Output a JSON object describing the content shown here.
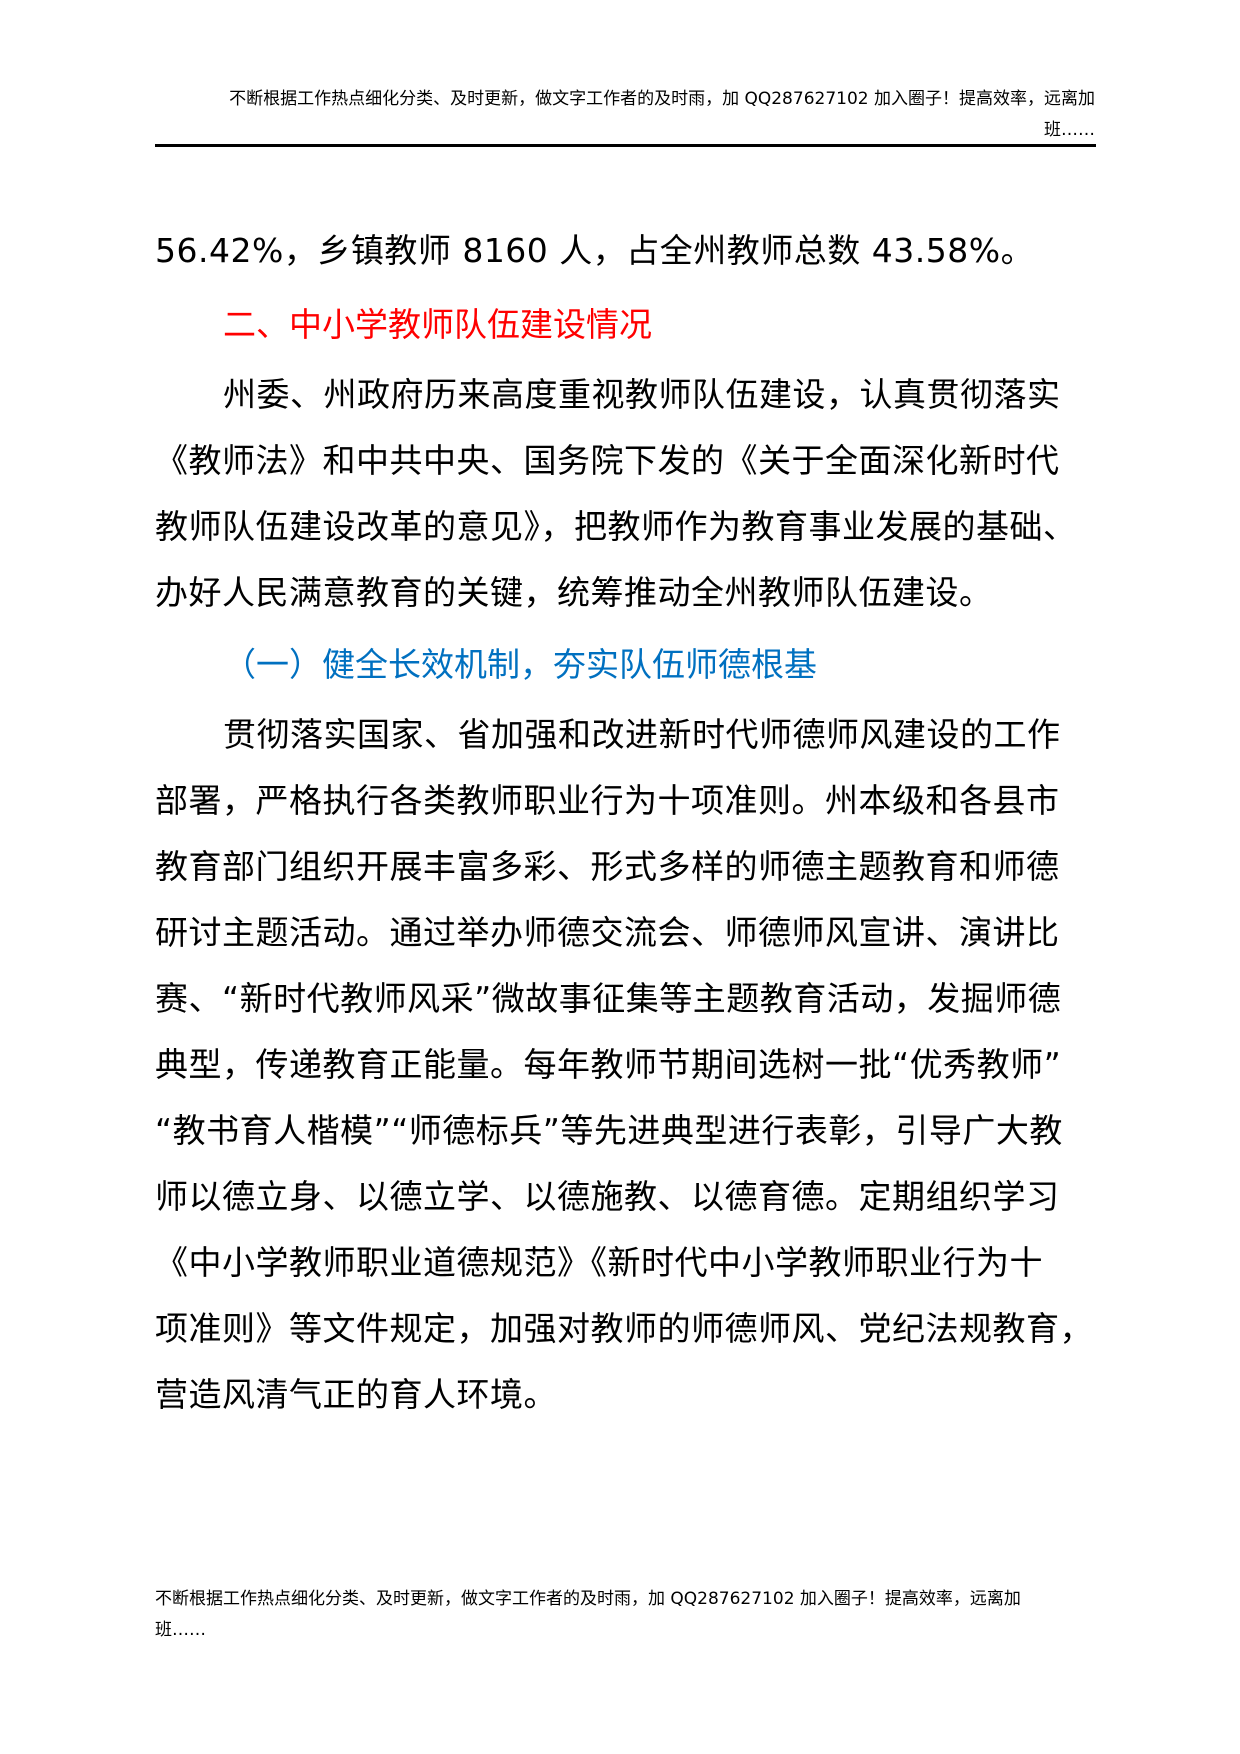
{
  "header": {
    "text_line1": "不断根据工作热点细化分类、及时更新，做文字工作者的及时雨，加 QQ287627102 加入圈子！提高效率，远离加",
    "text_line2": "班……"
  },
  "document": {
    "continuation_line": "56.42%，乡镇教师 8160 人，占全州教师总数 43.58%。",
    "section_heading": "二、中小学教师队伍建设情况",
    "intro_paragraph_lines": [
      "州委、州政府历来高度重视教师队伍建设，认真贯彻落实",
      "《教师法》和中共中央、国务院下发的《关于全面深化新时代",
      "教师队伍建设改革的意见》，把教师作为教育事业发展的基础、",
      "办好人民满意教育的关键，统筹推动全州教师队伍建设。"
    ],
    "subsection_heading": "（一）健全长效机制，夯实队伍师德根基",
    "body_paragraph_lines": [
      "贯彻落实国家、省加强和改进新时代师德师风建设的工作",
      "部署，严格执行各类教师职业行为十项准则。州本级和各县市",
      "教育部门组织开展丰富多彩、形式多样的师德主题教育和师德",
      "研讨主题活动。通过举办师德交流会、师德师风宣讲、演讲比",
      "赛、“新时代教师风采”微故事征集等主题教育活动，发掘师德",
      "典型，传递教育正能量。每年教师节期间选树一批“优秀教师”",
      "“教书育人楷模”“师德标兵”等先进典型进行表彰，引导广大教",
      "师以德立身、以德立学、以德施教、以德育德。定期组织学习",
      "《中小学教师职业道德规范》《新时代中小学教师职业行为十",
      "项准则》等文件规定，加强对教师的师德师风、党纪法规教育，",
      "营造风清气正的育人环境。"
    ]
  },
  "footer": {
    "text_line1": "不断根据工作热点细化分类、及时更新，做文字工作者的及时雨，加 QQ287627102 加入圈子！提高效率，远离加",
    "text_line2": "班……"
  },
  "colors": {
    "section_heading": "#ff0000",
    "subsection_heading": "#0070c0",
    "text": "#000000"
  }
}
